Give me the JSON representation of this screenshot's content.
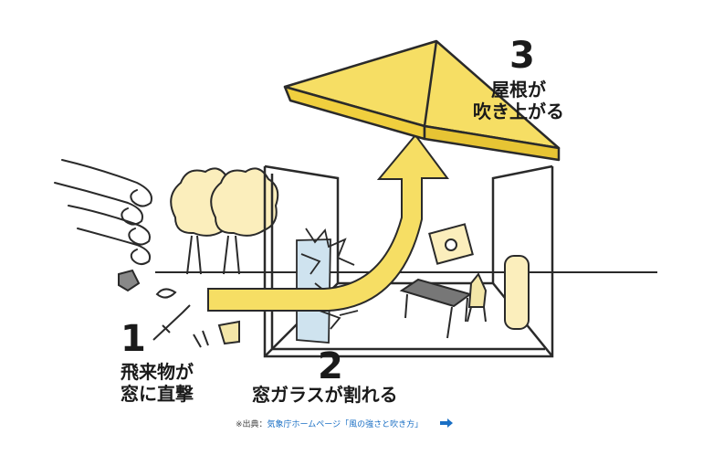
{
  "steps": {
    "one": {
      "number": "1",
      "label_line1": "飛来物が",
      "label_line2": "窓に直撃"
    },
    "two": {
      "number": "2",
      "label": "窓ガラスが割れる"
    },
    "three": {
      "number": "3",
      "label_line1": "屋根が",
      "label_line2": "吹き上がる"
    }
  },
  "source": {
    "prefix": "※出典：",
    "link_text": "気象庁ホームページ「風の強さと吹き方」"
  },
  "colors": {
    "accent_yellow": "#f6de64",
    "line": "#2a2a2a",
    "link_blue": "#1a6fc4"
  },
  "icons": [
    "wind-gust-icon",
    "tree-icon",
    "flying-debris-icon",
    "upward-arrow-icon",
    "broken-glass-icon",
    "roof-icon",
    "picture-frame-icon",
    "table-icon",
    "chair-icon",
    "door-icon",
    "link-arrow-icon"
  ]
}
